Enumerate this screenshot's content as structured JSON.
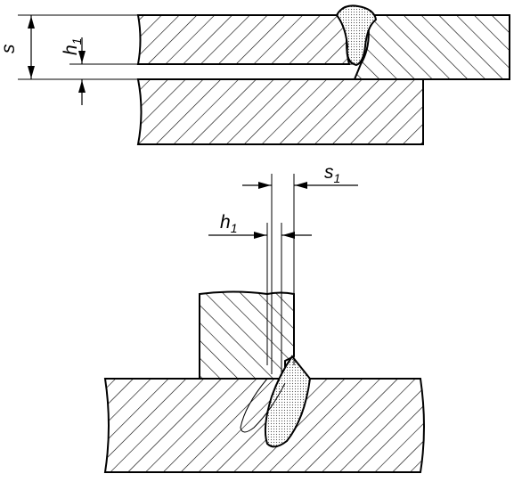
{
  "figure": {
    "top": {
      "dim_total": {
        "label": "s"
      },
      "dim_penetration": {
        "label": "h",
        "subscript": "1"
      }
    },
    "bottom": {
      "dim_gap": {
        "label": "s",
        "subscript": "1"
      },
      "dim_penetration": {
        "label": "h",
        "subscript": "1"
      }
    },
    "colors": {
      "line": "#000000",
      "background": "#ffffff",
      "weld_fill": "#d9d9d9"
    }
  }
}
